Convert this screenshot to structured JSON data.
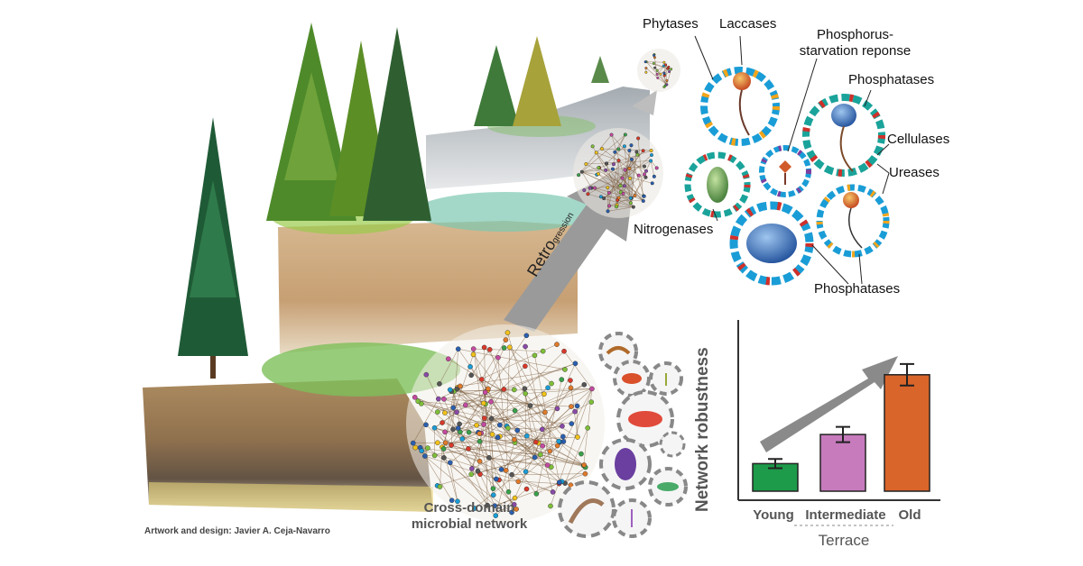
{
  "labels": {
    "phytases": "Phytases",
    "laccases": "Laccases",
    "phosphorus_line1": "Phosphorus-",
    "phosphorus_line2": "starvation reponse",
    "phosphatases_top": "Phosphatases",
    "cellulases": "Cellulases",
    "ureases": "Ureases",
    "nitrogenases": "Nitrogenases",
    "phosphatases_bottom": "Phosphatases"
  },
  "retrogression": {
    "prefix": "Retro",
    "suffix": "gression"
  },
  "network_caption": {
    "line1": "Cross-domain",
    "line2": "microbial network"
  },
  "credit": "Artwork and design: Javier A. Ceja-Navarro",
  "chart_data": {
    "type": "bar",
    "categories": [
      "Young",
      "Intermediate",
      "Old"
    ],
    "values": [
      0.18,
      0.37,
      0.76
    ],
    "errors": [
      0.03,
      0.05,
      0.07
    ],
    "colors": [
      "#1d9a4a",
      "#c77bbd",
      "#d9652a"
    ],
    "ylabel": "Network robustness",
    "xlabel": "Terrace",
    "ylim": [
      0,
      1
    ],
    "grid": false,
    "trend_arrow": true
  }
}
